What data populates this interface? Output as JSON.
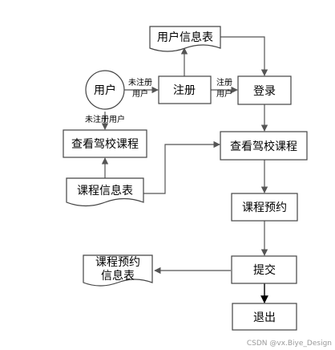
{
  "nodes": {
    "user": "用户",
    "register": "注册",
    "login": "登录",
    "user_info_table": "用户信息表",
    "view_courses_left": "查看驾校课程",
    "view_courses_right": "查看驾校课程",
    "course_info_table": "课程信息表",
    "course_booking": "课程预约",
    "submit": "提交",
    "exit": "退出",
    "booking_info_table_line1": "课程预约",
    "booking_info_table_line2": "信息表"
  },
  "edges": {
    "user_to_register_line1": "未注册",
    "user_to_register_line2": "用户",
    "register_to_login_line1": "注册",
    "register_to_login_line2": "用户",
    "user_to_view_courses": "未注册用户"
  },
  "watermark": "CSDN @vx.Biye_Design"
}
